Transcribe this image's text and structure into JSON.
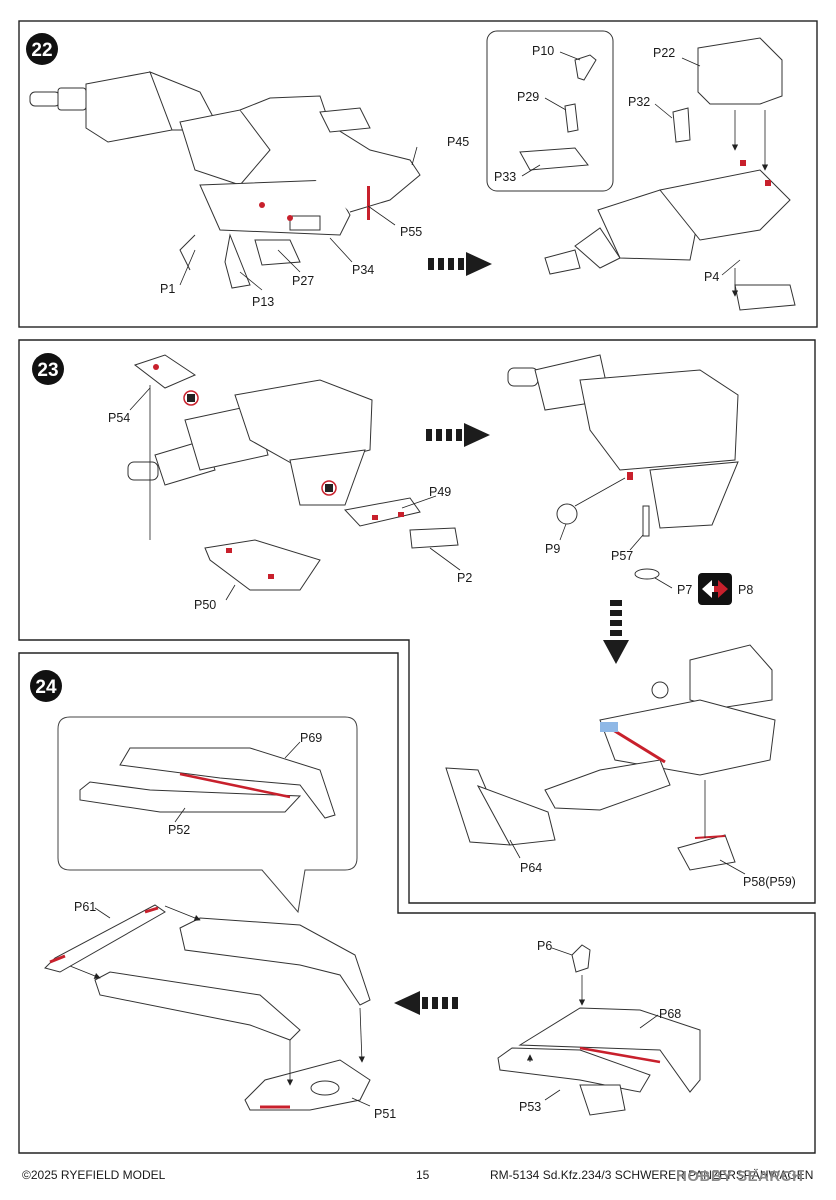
{
  "steps": [
    {
      "number": "22",
      "labels": [
        "P10",
        "P22",
        "P29",
        "P32",
        "P33",
        "P45",
        "P55",
        "P1",
        "P13",
        "P27",
        "P34",
        "P4"
      ]
    },
    {
      "number": "23",
      "labels": [
        "P54",
        "P49",
        "P2",
        "P50",
        "P9",
        "P57",
        "P7",
        "P8"
      ]
    },
    {
      "number": "24",
      "labels": [
        "P69",
        "P52",
        "P61",
        "P51",
        "P6",
        "P68",
        "P53",
        "P64",
        "P58(P59)"
      ]
    }
  ],
  "footer": {
    "copyright": "©2025 RYEFIELD MODEL",
    "page": "15",
    "title": "RM-5134 Sd.Kfz.234/3 SCHWERER PANZERSPÄHWAGEN"
  },
  "watermark": "HOBBY SEARCH",
  "colors": {
    "highlight": "#c8202c",
    "frame": "#222222",
    "arrow": "#1c1c1c",
    "glue_mark": "#c8202c"
  }
}
